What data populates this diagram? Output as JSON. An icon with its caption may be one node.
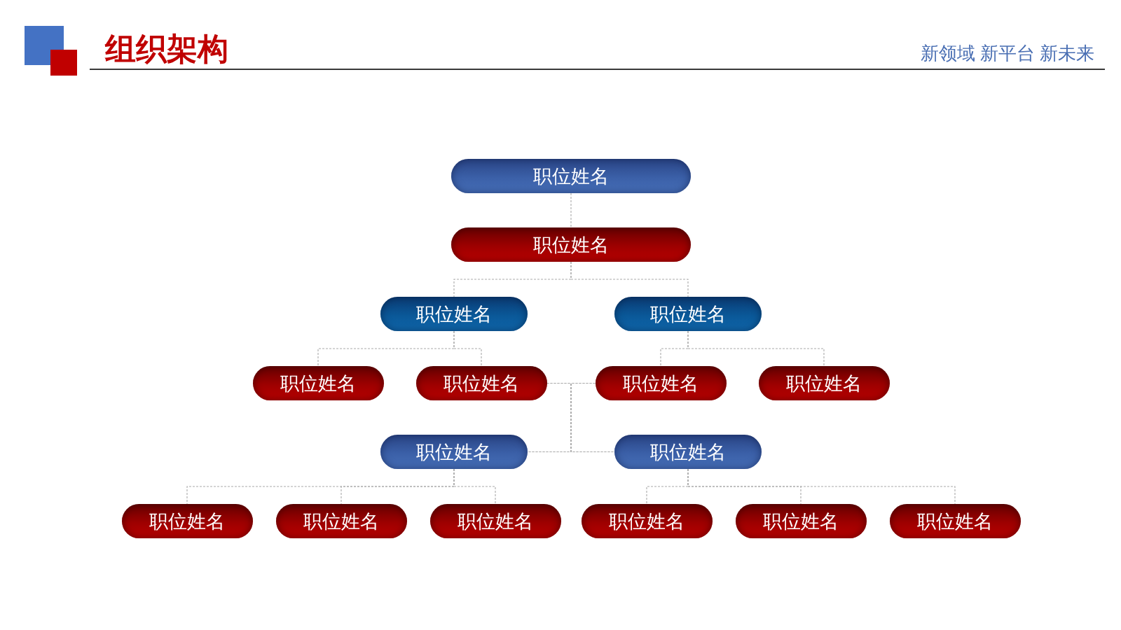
{
  "diagram": {
    "title": "组织架构",
    "nodes": [
      {
        "text": [
          "职位姓名"
        ]
      },
      {
        "text": [
          "职位姓名"
        ]
      },
      {
        "text": [
          "职位姓名"
        ]
      },
      {
        "text": [
          "职位姓名"
        ]
      },
      {
        "text": [
          "职位姓名"
        ]
      },
      {
        "text": [
          "职位姓名"
        ]
      },
      {
        "text": [
          "职位姓名"
        ]
      },
      {
        "text": [
          "职位姓名"
        ]
      },
      {
        "text": [
          "职位姓名"
        ]
      },
      {
        "text": [
          "职位姓名"
        ]
      },
      {
        "text": [
          "职位姓名"
        ]
      },
      {
        "text": [
          "职位姓名"
        ]
      },
      {
        "text": [
          "职位姓名"
        ]
      },
      {
        "text": [
          "职位姓名"
        ]
      },
      {
        "text": [
          "职位姓名"
        ]
      },
      {
        "text": [
          "职位姓名"
        ]
      }
    ],
    "edges": [
      {
        "from": 0,
        "to": 1,
        "arrow": "none",
        "style": "dashed"
      },
      {
        "from": 1,
        "to": 2,
        "arrow": "none",
        "style": "dashed"
      },
      {
        "from": 1,
        "to": 3,
        "arrow": "none",
        "style": "dashed"
      },
      {
        "from": 2,
        "to": 4,
        "arrow": "none",
        "style": "dashed"
      },
      {
        "from": 2,
        "to": 5,
        "arrow": "none",
        "style": "dashed"
      },
      {
        "from": 3,
        "to": 6,
        "arrow": "none",
        "style": "dashed"
      },
      {
        "from": 3,
        "to": 7,
        "arrow": "none",
        "style": "dashed"
      },
      {
        "from": 5,
        "to": 8,
        "arrow": "none",
        "style": "dashed"
      },
      {
        "from": 5,
        "to": 9,
        "arrow": "none",
        "style": "dashed"
      },
      {
        "from": 6,
        "to": 8,
        "arrow": "none",
        "style": "dashed"
      },
      {
        "from": 6,
        "to": 9,
        "arrow": "none",
        "style": "dashed"
      },
      {
        "from": 8,
        "to": 10,
        "arrow": "none",
        "style": "dashed"
      },
      {
        "from": 8,
        "to": 11,
        "arrow": "none",
        "style": "dashed"
      },
      {
        "from": 8,
        "to": 12,
        "arrow": "none",
        "style": "dashed"
      },
      {
        "from": 9,
        "to": 13,
        "arrow": "none",
        "style": "dashed"
      },
      {
        "from": 9,
        "to": 14,
        "arrow": "none",
        "style": "dashed"
      },
      {
        "from": 9,
        "to": 15,
        "arrow": "none",
        "style": "dashed"
      }
    ],
    "labels": [
      "新领域 新平台 新未来"
    ]
  }
}
